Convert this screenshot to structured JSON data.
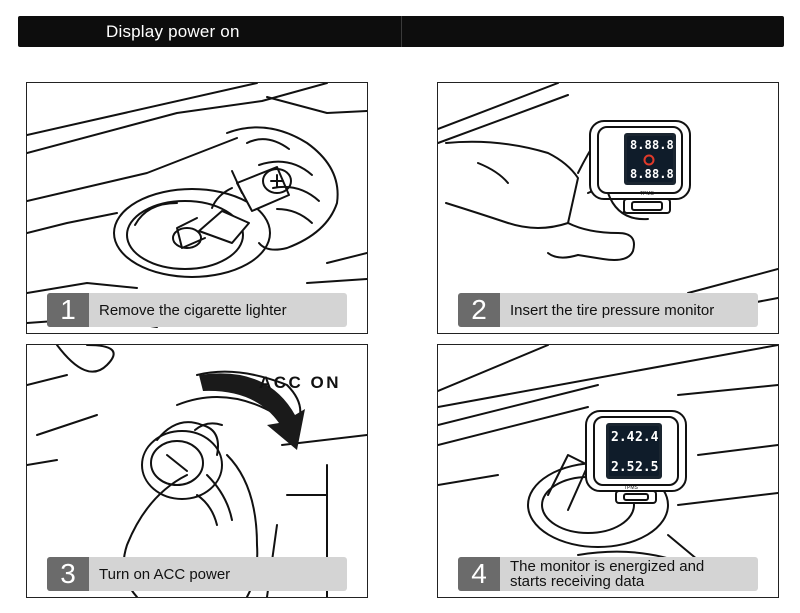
{
  "header": {
    "title": "Display power on"
  },
  "steps": [
    {
      "number": "1",
      "text": "Remove the cigarette lighter"
    },
    {
      "number": "2",
      "text": "Insert the tire pressure monitor"
    },
    {
      "number": "3",
      "text": "Turn on ACC power",
      "callout": "ACC ON"
    },
    {
      "number": "4",
      "text": "The monitor is energized and starts receiving data"
    }
  ],
  "displays": {
    "step2": {
      "values": [
        "8.8",
        "8.8",
        "8.8",
        "8.8"
      ],
      "brand": "TPMS"
    },
    "step4": {
      "values": [
        "2.4",
        "2.4",
        "2.5",
        "2.5"
      ],
      "brand": "TPMS"
    }
  },
  "colors": {
    "header": "#0d0d0d",
    "caption": "#d4d4d4",
    "badge": "#6b6b6b",
    "warning_icon": "#e03a2a"
  }
}
